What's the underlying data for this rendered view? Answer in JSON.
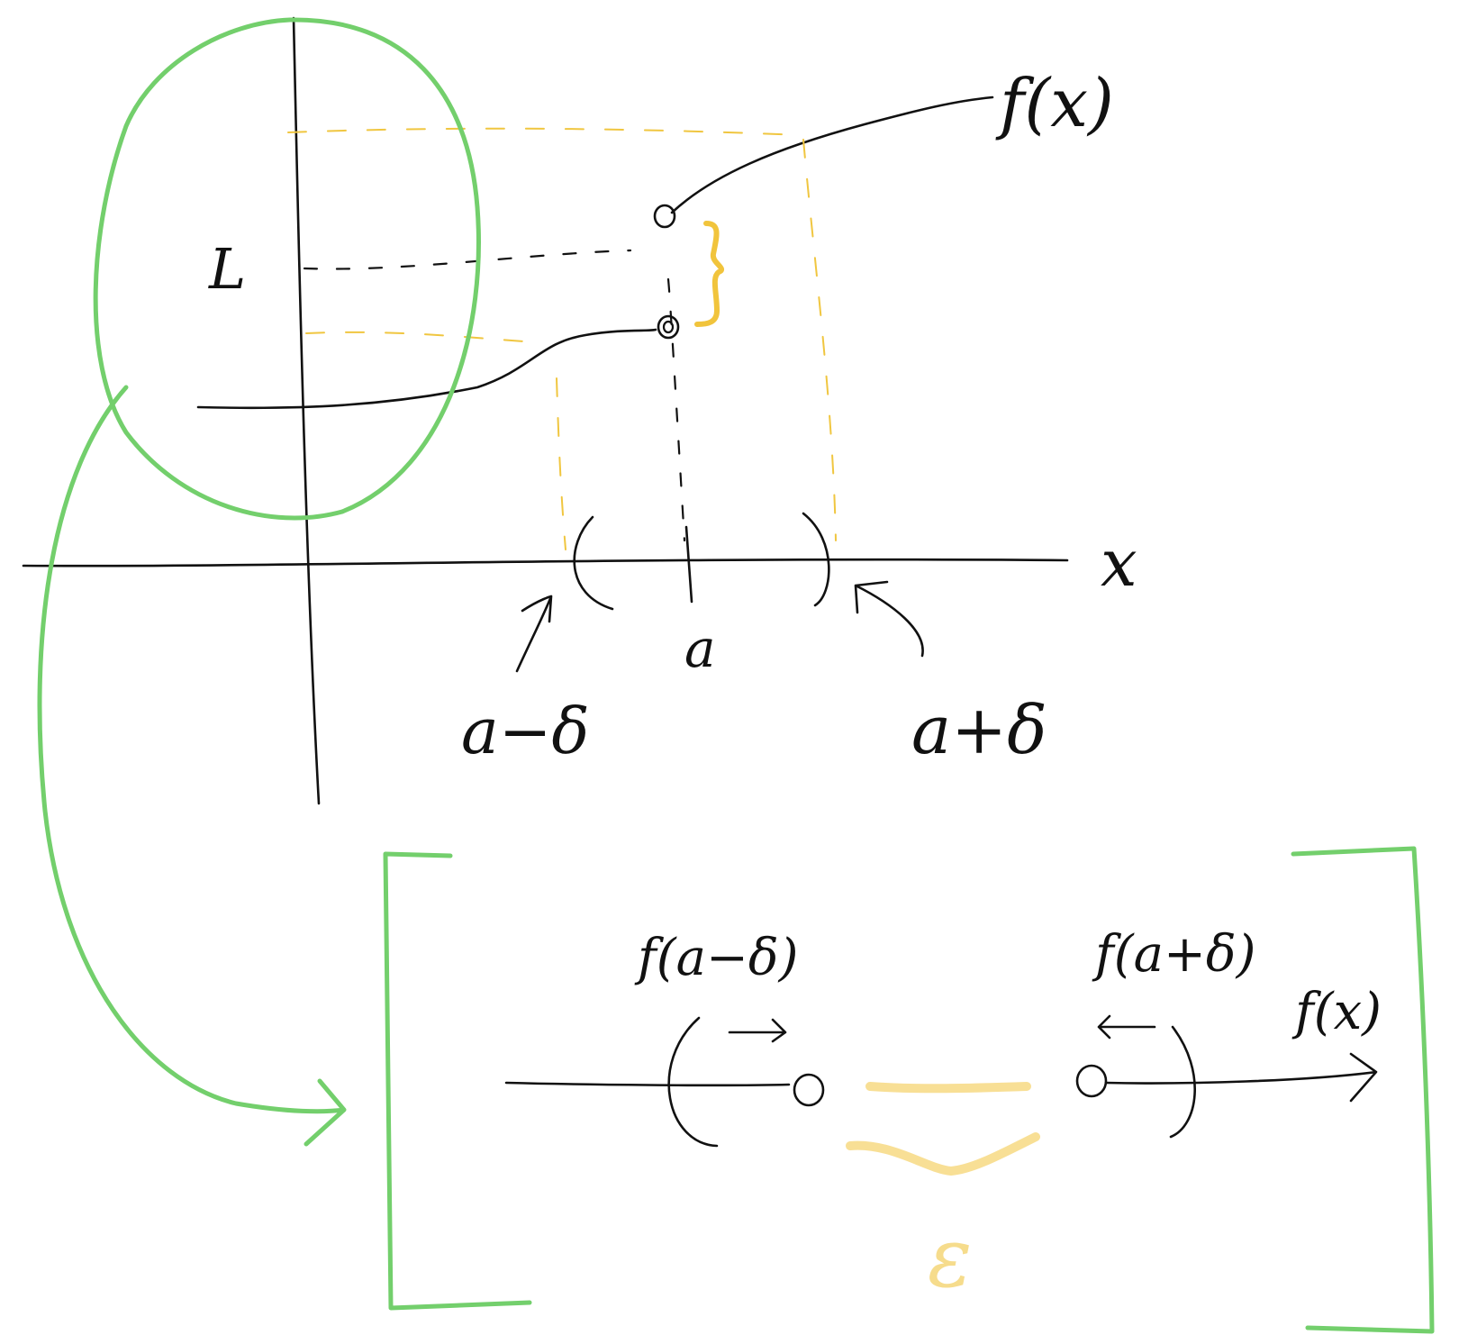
{
  "labels": {
    "fx_top": "f(x)",
    "L": "L",
    "x_axis": "x",
    "a": "a",
    "a_minus_delta": "a−δ",
    "a_plus_delta": "a+δ",
    "f_a_minus_delta": "f(a−δ)",
    "f_a_plus_delta": "f(a+δ)",
    "fx_bottom": "f(x)",
    "epsilon": "ε"
  },
  "colors": {
    "ink": "#111111",
    "green": "#73cf6c",
    "yellow": "#f1c43c",
    "yellow_soft": "#f8df95"
  }
}
